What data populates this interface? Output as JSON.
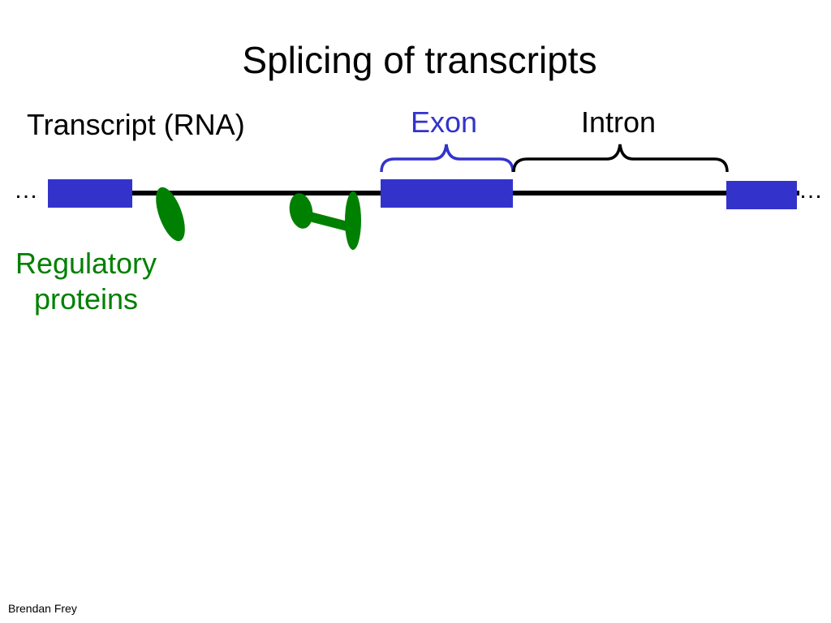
{
  "title": "Splicing of transcripts",
  "labels": {
    "transcript": "Transcript (RNA)",
    "exon": "Exon",
    "intron": "Intron",
    "regulatory": "Regulatory proteins"
  },
  "ellipsis": {
    "left": "…",
    "right": "…"
  },
  "footer": "Brendan Frey",
  "colors": {
    "exon": "#3333cc",
    "protein": "#008000",
    "strand": "#000000",
    "text": "#000000"
  }
}
